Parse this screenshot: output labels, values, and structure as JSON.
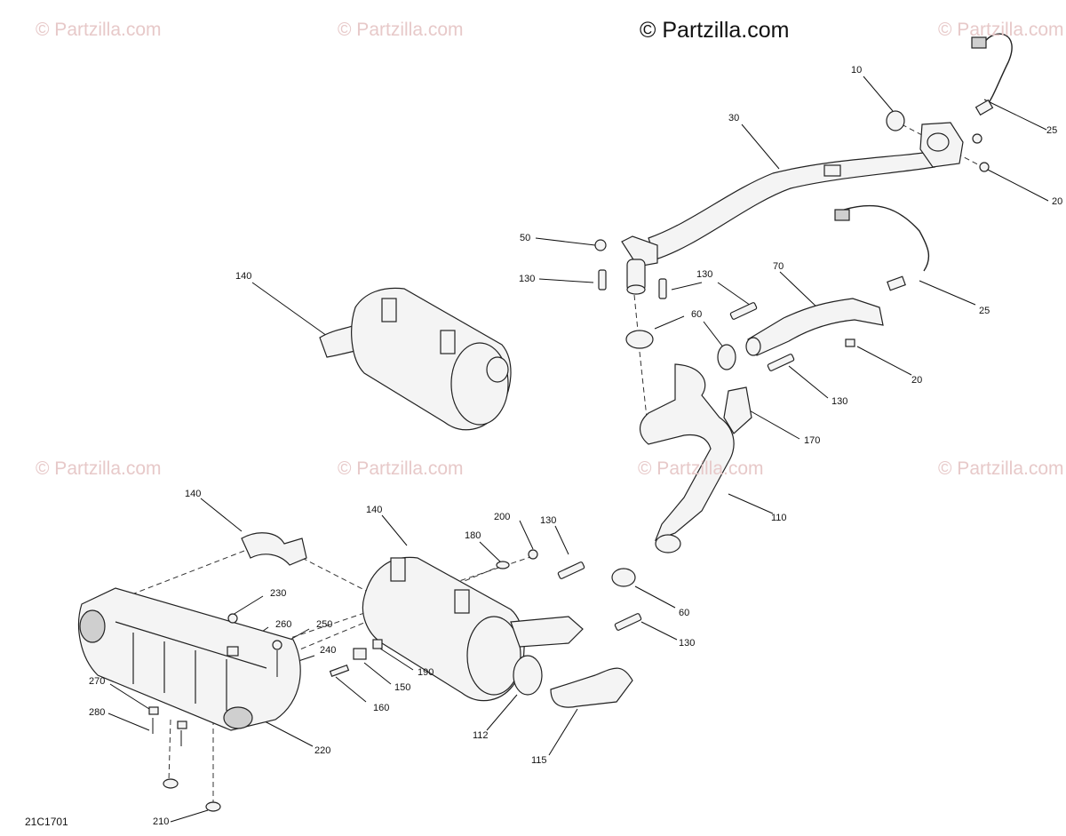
{
  "brand": "© Partzilla.com",
  "watermark_text": "© Partzilla.com",
  "drawing_code": "21C1701",
  "callouts": {
    "c10": "10",
    "c30": "30",
    "c25a": "25",
    "c20a": "20",
    "c50": "50",
    "c130a": "130",
    "c130b": "130",
    "c70": "70",
    "c25b": "25",
    "c60a": "60",
    "c20b": "20",
    "c130c": "130",
    "c170": "170",
    "c110": "110",
    "c140a": "140",
    "c140b": "140",
    "c140c": "140",
    "c200": "200",
    "c130d": "130",
    "c180": "180",
    "c60b": "60",
    "c230": "230",
    "c260": "260",
    "c250": "250",
    "c240": "240",
    "c190": "190",
    "c150": "150",
    "c130e": "130",
    "c270": "270",
    "c280": "280",
    "c160": "160",
    "c112": "112",
    "c220": "220",
    "c115": "115",
    "c210": "210"
  }
}
